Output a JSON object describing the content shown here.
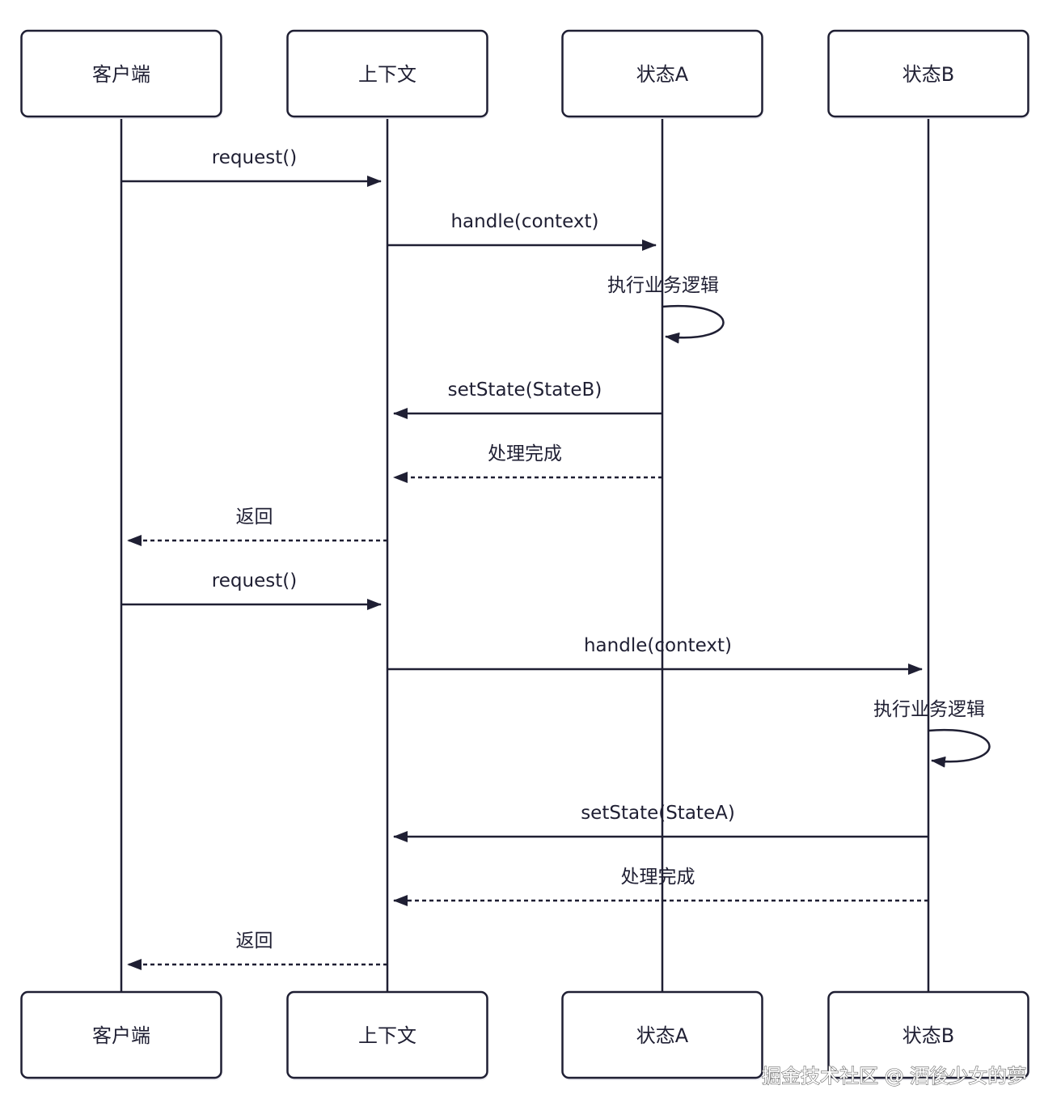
{
  "participants": [
    {
      "id": "client",
      "label": "客户端"
    },
    {
      "id": "context",
      "label": "上下文"
    },
    {
      "id": "stateA",
      "label": "状态A"
    },
    {
      "id": "stateB",
      "label": "状态B"
    }
  ],
  "messages": [
    {
      "from": "client",
      "to": "context",
      "label": "request()",
      "style": "solid"
    },
    {
      "from": "context",
      "to": "stateA",
      "label": "handle(context)",
      "style": "solid"
    },
    {
      "from": "stateA",
      "to": "stateA",
      "label": "执行业务逻辑",
      "style": "self"
    },
    {
      "from": "stateA",
      "to": "context",
      "label": "setState(StateB)",
      "style": "solid"
    },
    {
      "from": "stateA",
      "to": "context",
      "label": "处理完成",
      "style": "dashed"
    },
    {
      "from": "context",
      "to": "client",
      "label": "返回",
      "style": "dashed"
    },
    {
      "from": "client",
      "to": "context",
      "label": "request()",
      "style": "solid"
    },
    {
      "from": "context",
      "to": "stateB",
      "label": "handle(context)",
      "style": "solid"
    },
    {
      "from": "stateB",
      "to": "stateB",
      "label": "执行业务逻辑",
      "style": "self"
    },
    {
      "from": "stateB",
      "to": "context",
      "label": "setState(StateA)",
      "style": "solid"
    },
    {
      "from": "stateB",
      "to": "context",
      "label": "处理完成",
      "style": "dashed"
    },
    {
      "from": "context",
      "to": "client",
      "label": "返回",
      "style": "dashed"
    }
  ],
  "watermark": "掘金技术社区 @ 酒後少女的夢",
  "colors": {
    "line": "#1f1f33",
    "background": "#ffffff"
  }
}
